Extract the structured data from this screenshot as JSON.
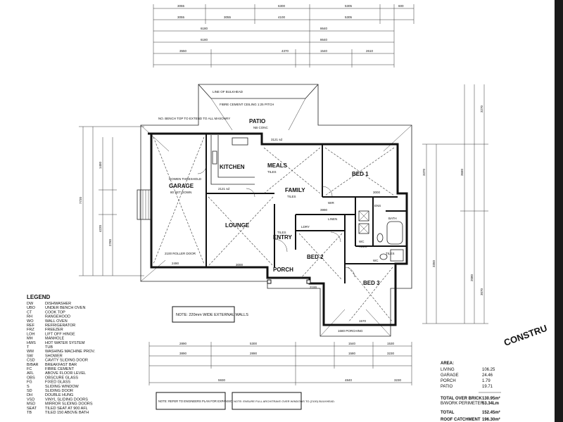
{
  "rooms": {
    "patio": "PATIO",
    "patio_sub": "NB CONC",
    "kitchen": "KITCHEN",
    "meals": "MEALS",
    "meals_sub": "TILES",
    "family": "FAMILY",
    "family_sub": "TILES",
    "garage": "GARAGE",
    "garage_sub": "80 SET DOWN",
    "lounge": "LOUNGE",
    "entry": "ENTRY",
    "entry_sub": "TILES",
    "porch": "PORCH",
    "bed1": "BED 1",
    "bed2": "BED 2",
    "bed3": "BED 3",
    "ldry": "LDRY",
    "linen": "LINEN",
    "wir": "WIR",
    "bath": "BATH",
    "ens": "ENS",
    "wc": "WC",
    "wc2": "WC",
    "tiles": "TILES",
    "wc_tiles": "TILES"
  },
  "notes": {
    "external_walls": "NOTE: 220mm WIDE EXTERNAL WALLS",
    "engineer": "NOTE: REFER TO ENGINEERS PLAN FOR EXPANSION JOINT LOCATIONS.",
    "architrave": "NOTE: ENSURE FULL ARCHITRAVE OVER WINDOWS TO (2100) BULKHEAD.",
    "ceiling": "FIBRE CEMENT CEILING 1:25 PITCH",
    "corner": "CONSTRU",
    "bulkhead": "LINE OF BULKHEAD",
    "roller_door": "2100 ROLLER DOOR",
    "threshold": "DOWEN THRESHOLD",
    "bench": "NO. BENCH TOP TO EXTEND TO ALL MASONRY"
  },
  "legend": {
    "title": "LEGEND",
    "items": [
      [
        "DW",
        "DISHWASHER"
      ],
      [
        "UBO",
        "UNDER BENCH OVEN"
      ],
      [
        "CT",
        "COOK TOP"
      ],
      [
        "RH",
        "RANGEHOOD"
      ],
      [
        "WO",
        "WALL OVEN"
      ],
      [
        "REF",
        "REFRIGERATOR"
      ],
      [
        "FRZ",
        "FREEZER"
      ],
      [
        "LOH",
        "LIFT OFF HINGE"
      ],
      [
        "MH",
        "MANHOLE"
      ],
      [
        "HWS",
        "HOT WATER SYSTEM"
      ],
      [
        "T",
        "TUB"
      ],
      [
        "WM",
        "WASHING MACHINE PROV."
      ],
      [
        "SW",
        "SHOWER"
      ],
      [
        "CSD",
        "CAVITY SLIDING DOOR"
      ],
      [
        "B/BAR",
        "BREAKFAST BAR"
      ],
      [
        "FC",
        "FIBRE CEMENT"
      ],
      [
        "AFL",
        "ABOVE FLOOR LEVEL"
      ],
      [
        "OBS",
        "OBSCURE GLASS"
      ],
      [
        "FG",
        "FIXED GLASS"
      ],
      [
        "S",
        "SLIDING WINDOW"
      ],
      [
        "SD",
        "SLIDING DOOR"
      ],
      [
        "DH",
        "DOUBLE HUNG"
      ],
      [
        "VSD",
        "VINYL SLIDING DOORS"
      ],
      [
        "MSD",
        "MIRROR SLIDING DOORS"
      ],
      [
        "SEAT",
        "TILED SEAT AT 900 AFL"
      ],
      [
        "TB",
        "TILED 150 ABOVE BATH"
      ]
    ]
  },
  "areas": {
    "title": "AREA:",
    "rows": [
      {
        "label": "LIVING",
        "value": "106.25"
      },
      {
        "label": "GARAGE",
        "value": "24.46"
      },
      {
        "label": "PORCH",
        "value": "1.79"
      },
      {
        "label": "PATIO",
        "value": "19.71"
      }
    ],
    "total_brick_label": "TOTAL OVER BRICK",
    "total_brick_value": "130.95m²",
    "perimeter_label": "B/WORK PERIMETER",
    "perimeter_value": "53.34Lm",
    "total_label": "TOTAL",
    "total_value": "152.45m²",
    "roof_label": "ROOF CATCHMENT",
    "roof_value": "196.30m²"
  },
  "dims_top": {
    "row1": [
      "3055",
      "6300",
      "5305",
      "600"
    ],
    "row2": [
      "3055",
      "3055",
      "4100",
      "5305"
    ],
    "row3": [
      "6180",
      "8640"
    ],
    "row4": [
      "6180",
      "8640"
    ],
    "row5": [
      "3550",
      "4370",
      "1540",
      "2610"
    ]
  },
  "dims_bottom": {
    "row1": [
      "2890",
      "5300",
      "1540",
      "1530"
    ],
    "row2": [
      "3890",
      "2890",
      "1580",
      "3230"
    ],
    "row3": [
      "5930",
      "4840",
      "3230"
    ],
    "porch_dim": "1680 PORCHING"
  },
  "dims_inner": [
    "3121 sd",
    "2121 sd",
    "3000",
    "2100",
    "1570",
    "3000",
    "3990",
    "2490"
  ],
  "dims_left": [
    "7720",
    "1450",
    "4220",
    "2760"
  ],
  "dims_right": [
    "3370",
    "3350",
    "3660",
    "2080",
    "3270",
    "3070"
  ]
}
